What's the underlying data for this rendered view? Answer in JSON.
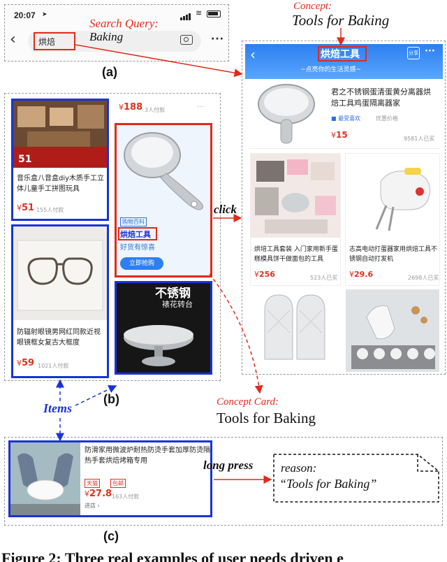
{
  "panel_a": {
    "status_time": "20:07",
    "search_text": "烘焙",
    "annotation_label": "Search Query:",
    "annotation_value": "Baking",
    "label": "(a)"
  },
  "concept_top": {
    "label": "Concept:",
    "value": "Tools for Baking"
  },
  "concept_page": {
    "title": "烘焙工具",
    "subtitle": "~点亮你的生活灵感~",
    "share": "分享",
    "featured": {
      "name": "君之不锈钢蛋清蛋黄分离器烘焙工具鸡蛋隔离器家",
      "badge": "最受喜欢",
      "badge_extra": "优惠价格",
      "currency": "¥",
      "price": "15",
      "sold": "9581人已买"
    },
    "items": [
      {
        "name": "烘培工具套装 入门家用新手蛋糕模具饼干做面包的工具",
        "currency": "¥",
        "price": "256",
        "sold": "523人已买"
      },
      {
        "name": "志高电动打蛋器家用烘焙工具不锈钢自动打发机",
        "currency": "¥",
        "price": "29.6",
        "sold": "2698人已买"
      },
      {
        "name": "",
        "currency": "",
        "price": "",
        "sold": ""
      },
      {
        "name": "",
        "currency": "",
        "price": "",
        "sold": ""
      }
    ]
  },
  "panel_b": {
    "item1": {
      "sign": "51",
      "name": "音乐盒八音盒diy木质手工立体儿童手工拼图玩具",
      "currency": "¥",
      "price": "51",
      "sold": "155人付款"
    },
    "item2": {
      "name": "防辐射眼镜男网红同款近视眼镜框女复古大框度",
      "currency": "¥",
      "price": "59",
      "sold": "1021人付款"
    },
    "item3": {
      "currency": "¥",
      "price": "188",
      "sold": "3人付款"
    },
    "card": {
      "tag": "购物百科",
      "concept": "烘焙工具",
      "slogan": "好货有惊喜",
      "button": "立即抢购"
    },
    "item4": {
      "line1": "不锈钢",
      "line2": "裱花转台"
    },
    "click": "click",
    "label": "(b)"
  },
  "items_label": "Items",
  "concept_card": {
    "label": "Concept Card:",
    "value": "Tools for Baking"
  },
  "panel_c": {
    "item": {
      "name": "防滑家用微波炉耐热防烫手套加厚防烫隔热手套烘焙烤箱专用",
      "tag1": "天猫",
      "tag2": "包邮",
      "currency": "¥",
      "price": "27.8",
      "sold": "163人付款",
      "store": "进店"
    },
    "action": "long press",
    "reason_label": "reason:",
    "reason_value": "“Tools for Baking”",
    "label": "(c)"
  },
  "caption": "Figure 2: Three real examples of user needs driven e"
}
